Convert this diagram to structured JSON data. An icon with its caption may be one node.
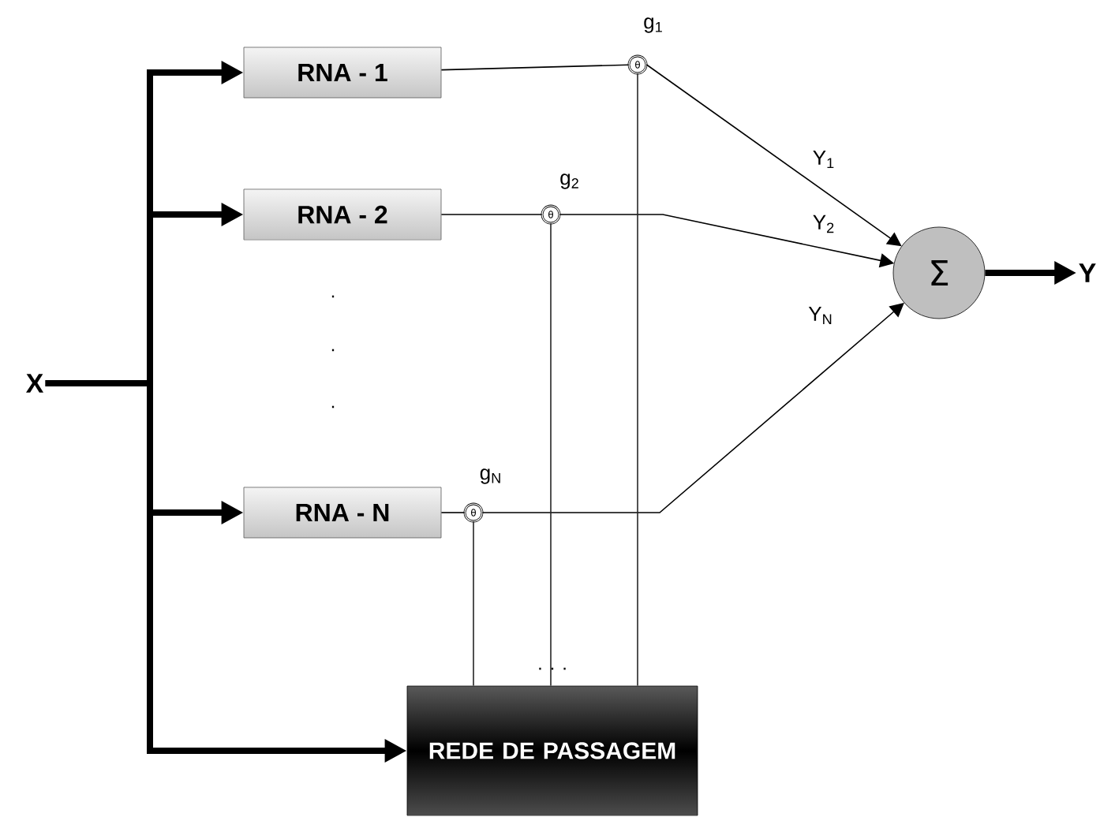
{
  "diagram": {
    "nodes": [
      {
        "text": [
          "X"
        ]
      },
      {
        "text": [
          "RNA - 1"
        ]
      },
      {
        "text": [
          "RNA - 2"
        ]
      },
      {
        "text": [
          "RNA - N"
        ]
      },
      {
        "text": [
          "REDE DE PASSAGEM"
        ]
      },
      {
        "text": [
          "θ"
        ],
        "beside": [
          "g$_{1}$"
        ]
      },
      {
        "text": [
          "θ"
        ],
        "beside": [
          "g$_{2}$"
        ]
      },
      {
        "text": [
          "θ"
        ],
        "beside": [
          "g$_{N}$"
        ]
      },
      {
        "text": [
          "Σ"
        ]
      },
      {
        "text": [
          "Y"
        ]
      }
    ],
    "edges": [
      {
        "from": 0,
        "to": 1,
        "arrow": "to",
        "style": "thick"
      },
      {
        "from": 0,
        "to": 2,
        "arrow": "to",
        "style": "thick"
      },
      {
        "from": 0,
        "to": 3,
        "arrow": "to",
        "style": "thick"
      },
      {
        "from": 0,
        "to": 4,
        "arrow": "to",
        "style": "thick"
      },
      {
        "from": 1,
        "to": 5,
        "arrow": "none"
      },
      {
        "from": 2,
        "to": 6,
        "arrow": "none"
      },
      {
        "from": 3,
        "to": 7,
        "arrow": "none"
      },
      {
        "from": 5,
        "to": 8,
        "arrow": "to",
        "label": "Y$_{1}$"
      },
      {
        "from": 6,
        "to": 8,
        "arrow": "to",
        "label": "Y$_{2}$"
      },
      {
        "from": 7,
        "to": 8,
        "arrow": "to",
        "label": "Y$_{N}$"
      },
      {
        "from": 4,
        "to": 5,
        "arrow": "none"
      },
      {
        "from": 4,
        "to": 6,
        "arrow": "none"
      },
      {
        "from": 4,
        "to": 7,
        "arrow": "none"
      },
      {
        "from": 8,
        "to": 9,
        "arrow": "to",
        "style": "thick"
      }
    ],
    "labels": [
      ".",
      ".",
      ".",
      ". . ."
    ]
  }
}
